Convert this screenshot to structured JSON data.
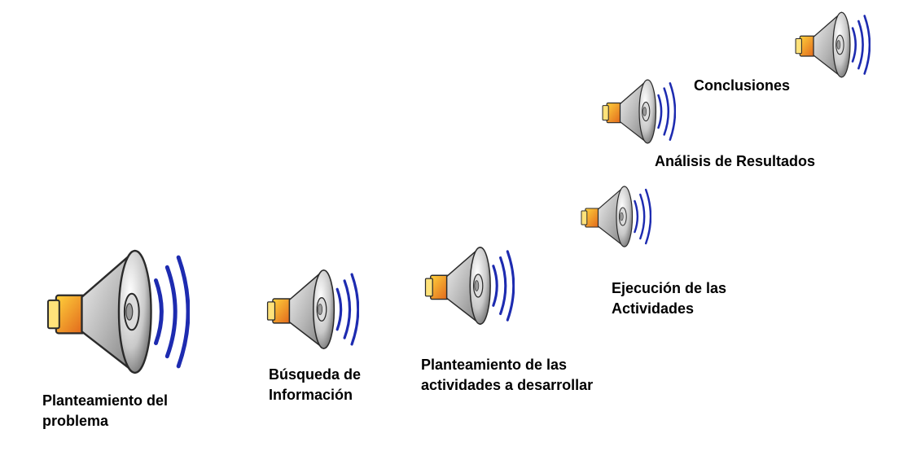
{
  "steps": [
    {
      "lines": [
        "Planteamiento del",
        "problema"
      ],
      "icon": "speaker-icon"
    },
    {
      "lines": [
        "Búsqueda de",
        "Información"
      ],
      "icon": "speaker-icon"
    },
    {
      "lines": [
        "Planteamiento de las",
        "actividades a desarrollar"
      ],
      "icon": "speaker-icon"
    },
    {
      "lines": [
        "Ejecución de las",
        "Actividades"
      ],
      "icon": "speaker-icon"
    },
    {
      "lines": [
        "Análisis de Resultados"
      ],
      "icon": "speaker-icon"
    },
    {
      "lines": [
        "Conclusiones"
      ],
      "icon": "speaker-icon"
    }
  ],
  "colors": {
    "background": "#ffffff",
    "text": "#000000",
    "speaker_body_light": "#f2f2f2",
    "speaker_body_dark": "#7d7d7d",
    "speaker_magnet_light": "#ffd23c",
    "speaker_magnet_dark": "#e0631a",
    "sound_waves": "#1d2bb0"
  }
}
